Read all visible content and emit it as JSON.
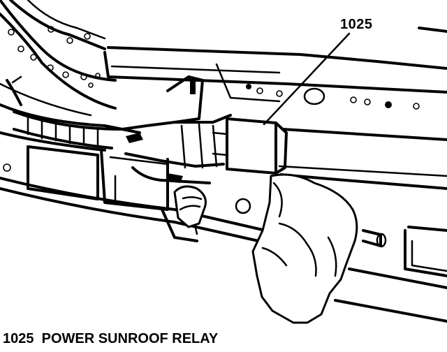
{
  "callout": {
    "number": "1025"
  },
  "caption": {
    "text": "1025  POWER SUNROOF RELAY"
  },
  "icons": {
    "artwork": "line-drawing-illustration"
  },
  "colors": {
    "ink": "#000000",
    "paper": "#ffffff"
  }
}
